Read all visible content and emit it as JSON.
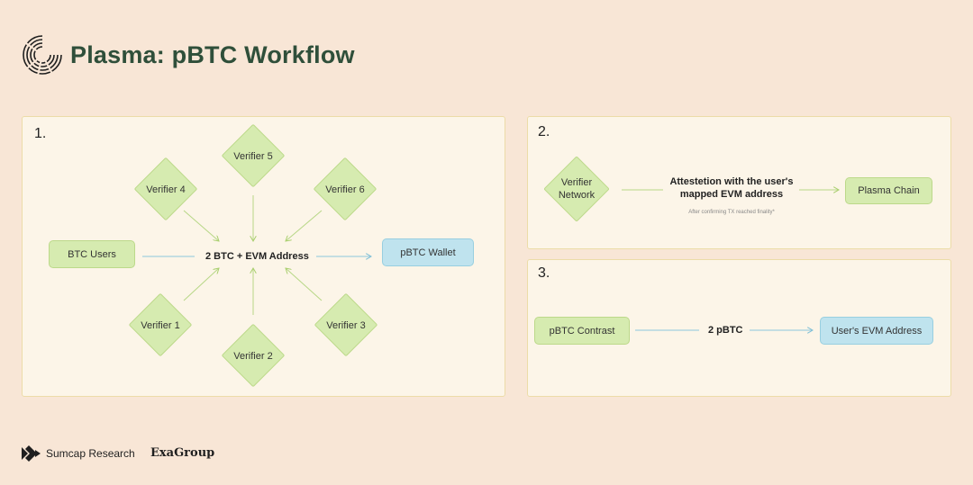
{
  "title": "Plasma: pBTC Workflow",
  "colors": {
    "green": "#d6ebb0",
    "blue": "#bfe3ee",
    "line_green": "#bcd98a",
    "line_blue": "#8cc6dc",
    "title": "#2f4f3a"
  },
  "panel1": {
    "number": "1.",
    "verifiers": [
      "Verifier 5",
      "Verifier 4",
      "Verifier 6",
      "Verifier 1",
      "Verifier 2",
      "Verifier 3"
    ],
    "btc_users": "BTC Users",
    "center_label": "2 BTC + EVM Address",
    "pbtc_wallet": "pBTC Wallet"
  },
  "panel2": {
    "number": "2.",
    "verifier_network": "Verifier Network",
    "attestation_line1": "Attestetion with the user's",
    "attestation_line2": "mapped EVM address",
    "note": "After confirming TX reached finality*",
    "plasma_chain": "Plasma Chain"
  },
  "panel3": {
    "number": "3.",
    "pbtc_contract": "pBTC Contrast",
    "amount": "2 pBTC",
    "evm_address": "User's EVM Address"
  },
  "footer": {
    "sumcap": "Sumcap Research",
    "exagroup": "ExaGroup"
  }
}
